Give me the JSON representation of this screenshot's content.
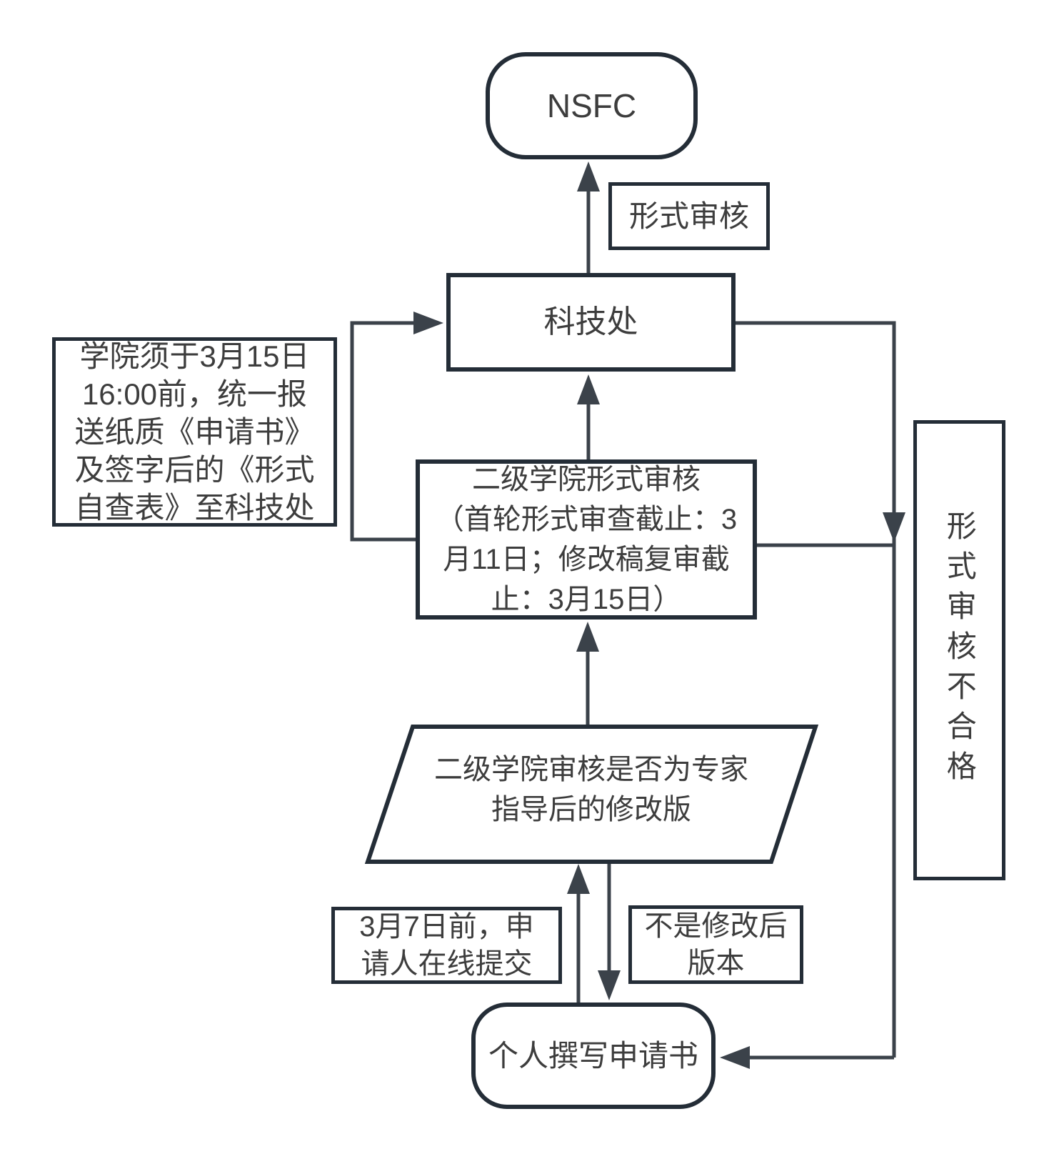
{
  "colors": {
    "background": "#ffffff",
    "shape_border": "#242d37",
    "connector": "#3b424a",
    "text": "#3d3d3d"
  },
  "nodes": {
    "nsfc": {
      "label": "NSFC",
      "type": "terminator"
    },
    "office": {
      "label": "科技处",
      "type": "process"
    },
    "form_review_label": {
      "label": "形式审核",
      "type": "annotation"
    },
    "college_note": {
      "label": "学院须于3月15日\n16:00前，统一报\n送纸质《申请书》\n及签字后的《形式\n自查表》至科技处",
      "type": "annotation"
    },
    "college_review": {
      "label": "二级学院形式审核\n（首轮形式审查截止：3\n月11日；修改稿复审截\n止：3月15日）",
      "type": "process"
    },
    "fail_label": {
      "label": "形式审核不合格",
      "type": "annotation"
    },
    "decision": {
      "label": "二级学院审核是否为专家\n指导后的修改版",
      "type": "decision"
    },
    "submit_note": {
      "label": "3月7日前，申\n请人在线提交",
      "type": "annotation"
    },
    "not_revised_label": {
      "label": "不是修改后\n版本",
      "type": "annotation"
    },
    "personal": {
      "label": "个人撰写申请书",
      "type": "terminator"
    }
  },
  "edges": [
    {
      "from": "personal",
      "to": "decision",
      "label_node": "submit_note"
    },
    {
      "from": "decision",
      "to": "personal",
      "label_node": "not_revised_label"
    },
    {
      "from": "decision",
      "to": "college_review",
      "label_node": null
    },
    {
      "from": "college_review",
      "to": "office",
      "label_node": "college_note"
    },
    {
      "from": "office",
      "to": "nsfc",
      "label_node": "form_review_label"
    },
    {
      "from": "office",
      "to": "personal",
      "label_node": "fail_label"
    },
    {
      "from": "college_review",
      "to": "personal",
      "label_node": "fail_label"
    }
  ]
}
